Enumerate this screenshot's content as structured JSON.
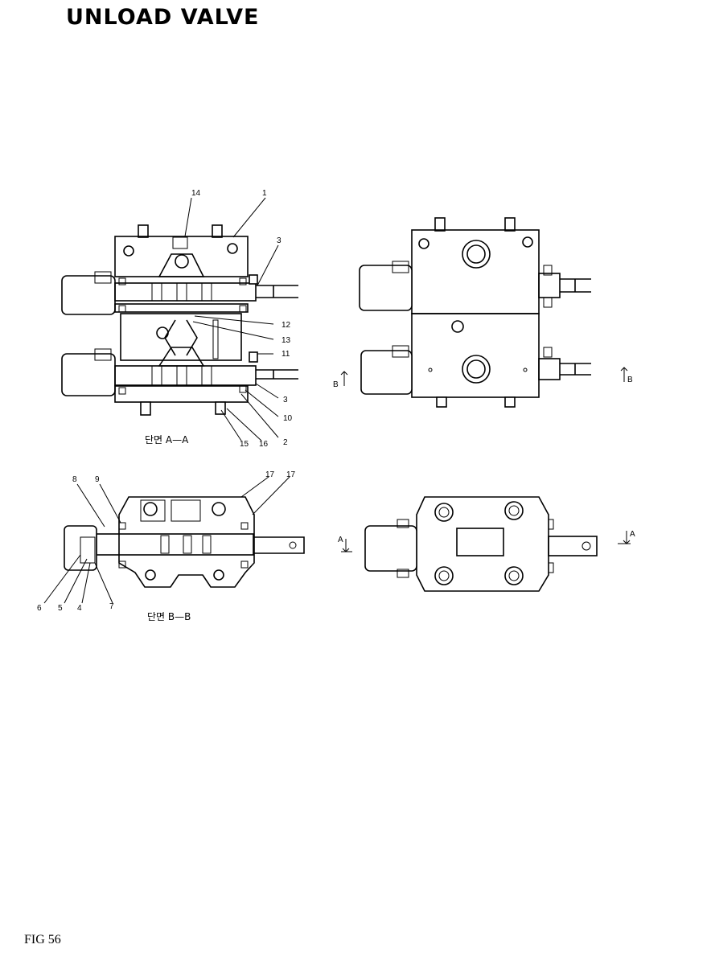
{
  "title": "UNLOAD VALVE",
  "figure_label": "FIG 56",
  "section_aa": {
    "caption": "단면 A—A",
    "callouts": [
      "14",
      "1",
      "3",
      "12",
      "13",
      "11",
      "3",
      "10",
      "2",
      "15",
      "16"
    ]
  },
  "section_bb": {
    "caption": "단면 B—B",
    "callouts": [
      "8",
      "9",
      "17",
      "17",
      "6",
      "5",
      "4",
      "7"
    ]
  },
  "front_view": {
    "markers": [
      "B",
      "B"
    ]
  },
  "bottom_view": {
    "markers": [
      "A",
      "A"
    ]
  }
}
